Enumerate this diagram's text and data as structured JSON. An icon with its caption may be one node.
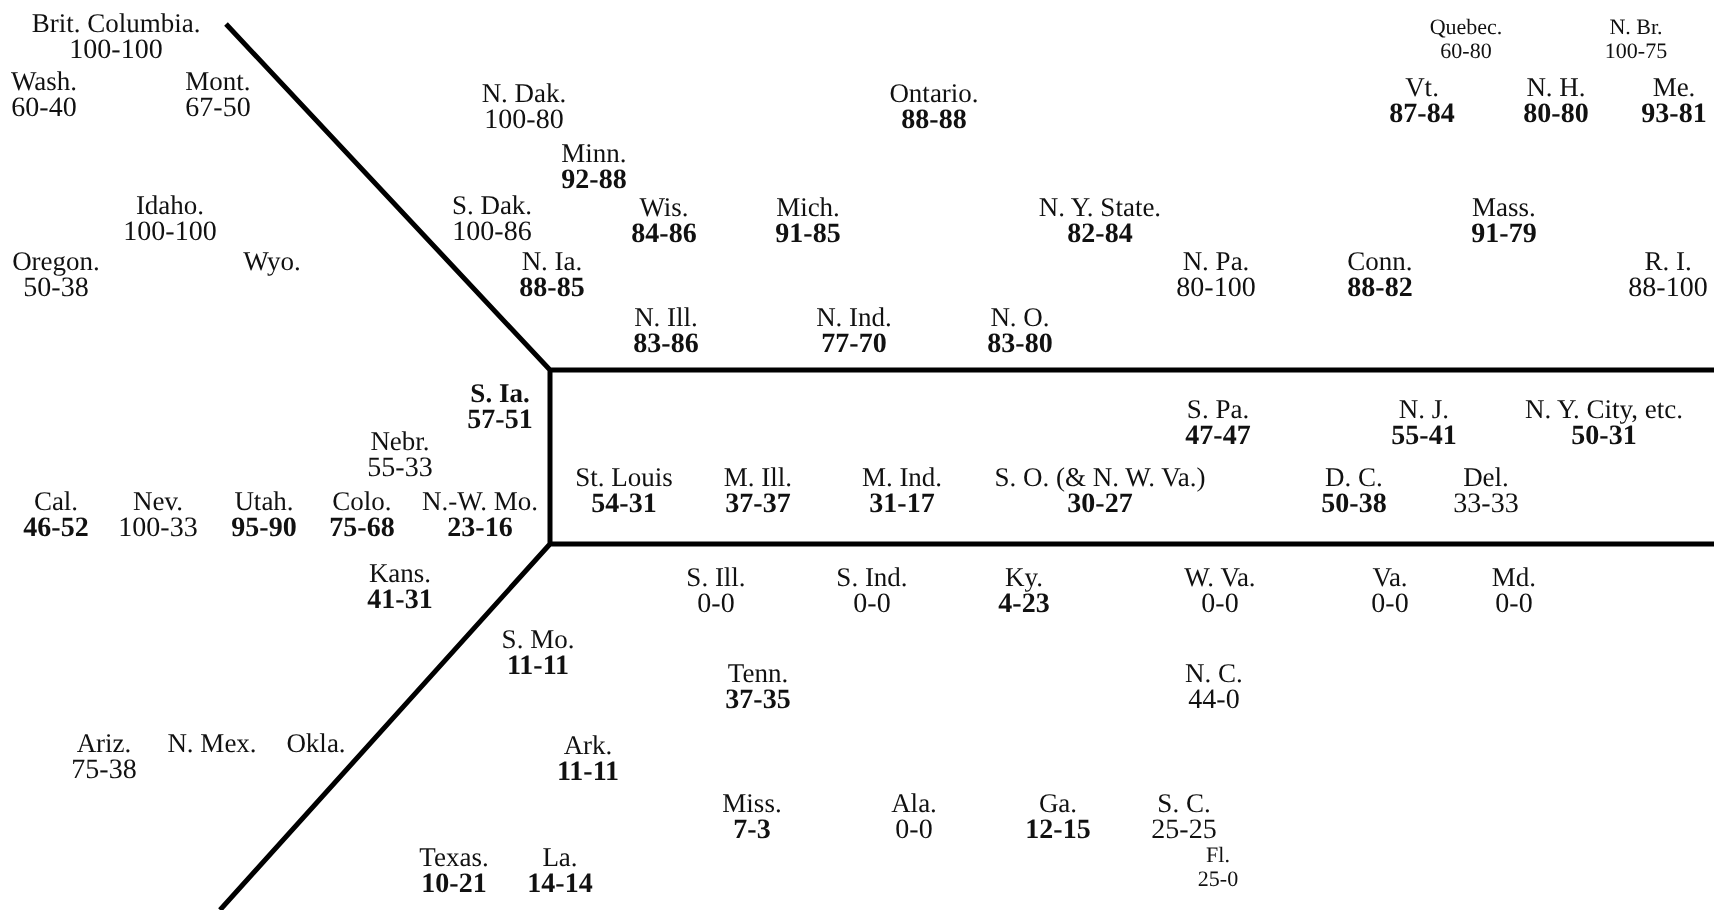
{
  "diagram": {
    "labels": [
      "Brit. Columbia.",
      "100-100",
      "Quebec.",
      "60-80",
      "N. Br.",
      "100-75",
      "Wash.",
      "60-40",
      "Mont.",
      "67-50",
      "N. Dak.",
      "100-80",
      "Ontario.",
      "88-88",
      "Vt.",
      "87-84",
      "N. H.",
      "80-80",
      "Me.",
      "93-81",
      "Minn.",
      "92-88",
      "Idaho.",
      "100-100",
      "S. Dak.",
      "100-86",
      "Wis.",
      "84-86",
      "Mich.",
      "91-85",
      "N. Y. State.",
      "82-84",
      "Mass.",
      "91-79",
      "Oregon.",
      "50-38",
      "Wyo.",
      "N. Ia.",
      "88-85",
      "N. Pa.",
      "80-100",
      "Conn.",
      "88-82",
      "R. I.",
      "88-100",
      "N. Ill.",
      "83-86",
      "N. Ind.",
      "77-70",
      "N. O.",
      "83-80",
      "S. Ia.",
      "57-51",
      "Nebr.",
      "55-33",
      "S. Pa.",
      "47-47",
      "N. J.",
      "55-41",
      "N. Y. City, etc.",
      "50-31",
      "Cal.",
      "46-52",
      "Nev.",
      "100-33",
      "Utah.",
      "95-90",
      "Colo.",
      "75-68",
      "N.-W. Mo.",
      "23-16",
      "St. Louis",
      "54-31",
      "M. Ill.",
      "37-37",
      "M. Ind.",
      "31-17",
      "S. O. (& N. W. Va.)",
      "30-27",
      "D. C.",
      "50-38",
      "Del.",
      "33-33",
      "Kans.",
      "41-31",
      "S. Ill.",
      "0-0",
      "S. Ind.",
      "0-0",
      "Ky.",
      "4-23",
      "W. Va.",
      "0-0",
      "Va.",
      "0-0",
      "Md.",
      "0-0",
      "S. Mo.",
      "11-11",
      "Tenn.",
      "37-35",
      "N. C.",
      "44-0",
      "Ariz.",
      "75-38",
      "N. Mex.",
      "Okla.",
      "Ark.",
      "11-11",
      "Miss.",
      "7-3",
      "Ala.",
      "0-0",
      "Ga.",
      "12-15",
      "S. C.",
      "25-25",
      "Fl.",
      "25-0",
      "Texas.",
      "10-21",
      "La.",
      "14-14"
    ]
  }
}
